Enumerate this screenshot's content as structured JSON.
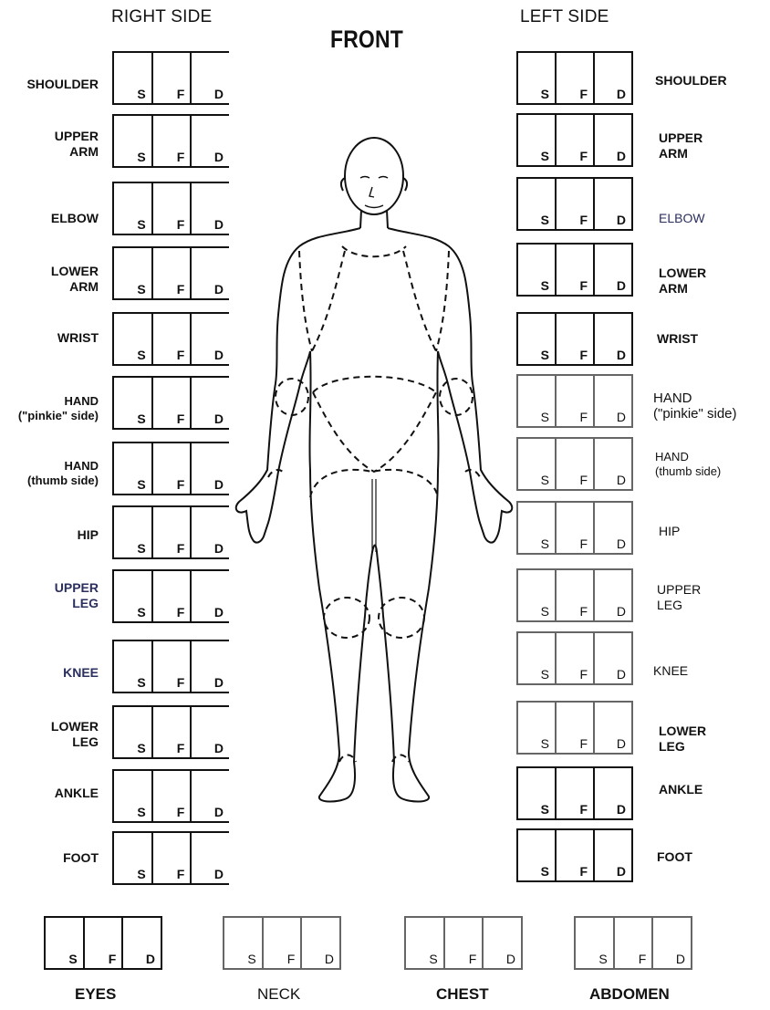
{
  "headers": {
    "right_side": "RIGHT SIDE",
    "front": "FRONT",
    "left_side": "LEFT SIDE"
  },
  "cell_letters": [
    "S",
    "F",
    "D"
  ],
  "body_parts": [
    {
      "right": "SHOULDER",
      "left": "SHOULDER"
    },
    {
      "right": "UPPER\nARM",
      "left": "UPPER\nARM"
    },
    {
      "right": "ELBOW",
      "left": "ELBOW"
    },
    {
      "right": "LOWER\nARM",
      "left": "LOWER\nARM"
    },
    {
      "right": "WRIST",
      "left": "WRIST"
    },
    {
      "right": "HAND\n(\"pinkie\" side)",
      "left": "HAND\n(\"pinkie\" side)"
    },
    {
      "right": "HAND\n(thumb side)",
      "left": "HAND\n(thumb side)"
    },
    {
      "right": "HIP",
      "left": "HIP"
    },
    {
      "right": "UPPER\nLEG",
      "left": "UPPER\nLEG"
    },
    {
      "right": "KNEE",
      "left": "KNEE"
    },
    {
      "right": "LOWER\nLEG",
      "left": "LOWER\nLEG"
    },
    {
      "right": "ANKLE",
      "left": "ANKLE"
    },
    {
      "right": "FOOT",
      "left": "FOOT"
    }
  ],
  "bottom": [
    "EYES",
    "NECK",
    "CHEST",
    "ABDOMEN"
  ]
}
